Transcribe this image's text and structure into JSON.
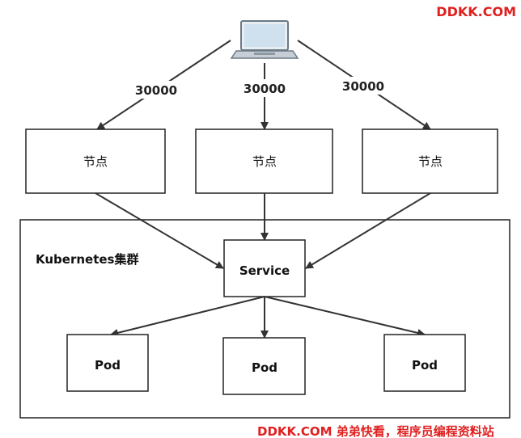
{
  "watermark": {
    "top": "DDKK.COM",
    "bottom": "DDKK.COM 弟弟快看，程序员编程资料站"
  },
  "cluster": {
    "label": "Kubernetes集群"
  },
  "nodes": [
    {
      "label": "节点"
    },
    {
      "label": "节点"
    },
    {
      "label": "节点"
    }
  ],
  "ports": [
    "30000",
    "30000",
    "30000"
  ],
  "service": {
    "label": "Service"
  },
  "pods": [
    {
      "label": "Pod"
    },
    {
      "label": "Pod"
    },
    {
      "label": "Pod"
    }
  ],
  "icons": {
    "client": "laptop-icon"
  },
  "colors": {
    "stroke": "#222222",
    "watermark": "#e02020"
  }
}
